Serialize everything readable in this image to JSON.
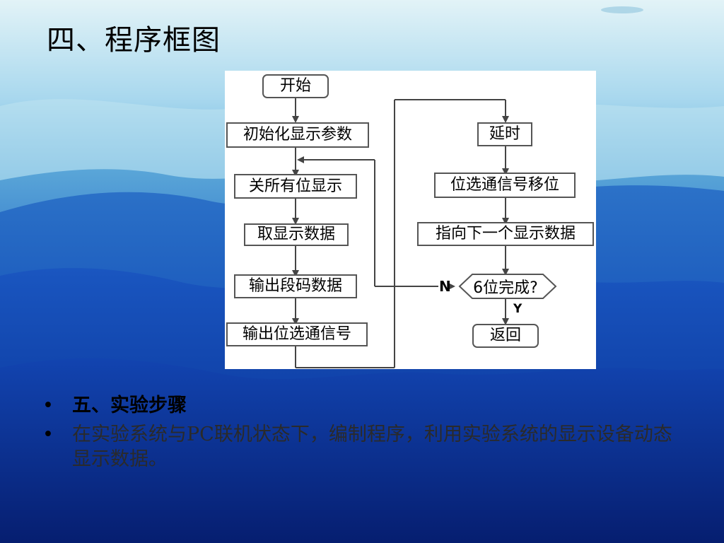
{
  "title": "四、程序框图",
  "colors": {
    "sky_top": "#cfe9f3",
    "sky_mid": "#4aa0d8",
    "mountain_dark": "#0a2a8a",
    "mountain_mid": "#1654c8",
    "box_border": "#555555",
    "line": "#444444"
  },
  "flowchart": {
    "left_column": [
      "开始",
      "初始化显示参数",
      "关所有位显示",
      "取显示数据",
      "输出段码数据",
      "输出位选通信号"
    ],
    "right_column": [
      "延时",
      "位选通信号移位",
      "指向下一个显示数据"
    ],
    "decision": "6位完成?",
    "return_box": "返回",
    "no_label": "N",
    "yes_label": "Y"
  },
  "bullets": [
    {
      "bullet": "•",
      "text": "五、实验步骤"
    },
    {
      "bullet": "•",
      "text": "在实验系统与PC联机状态下，编制程序，利用实验系统的显示设备动态显示数据。"
    }
  ]
}
